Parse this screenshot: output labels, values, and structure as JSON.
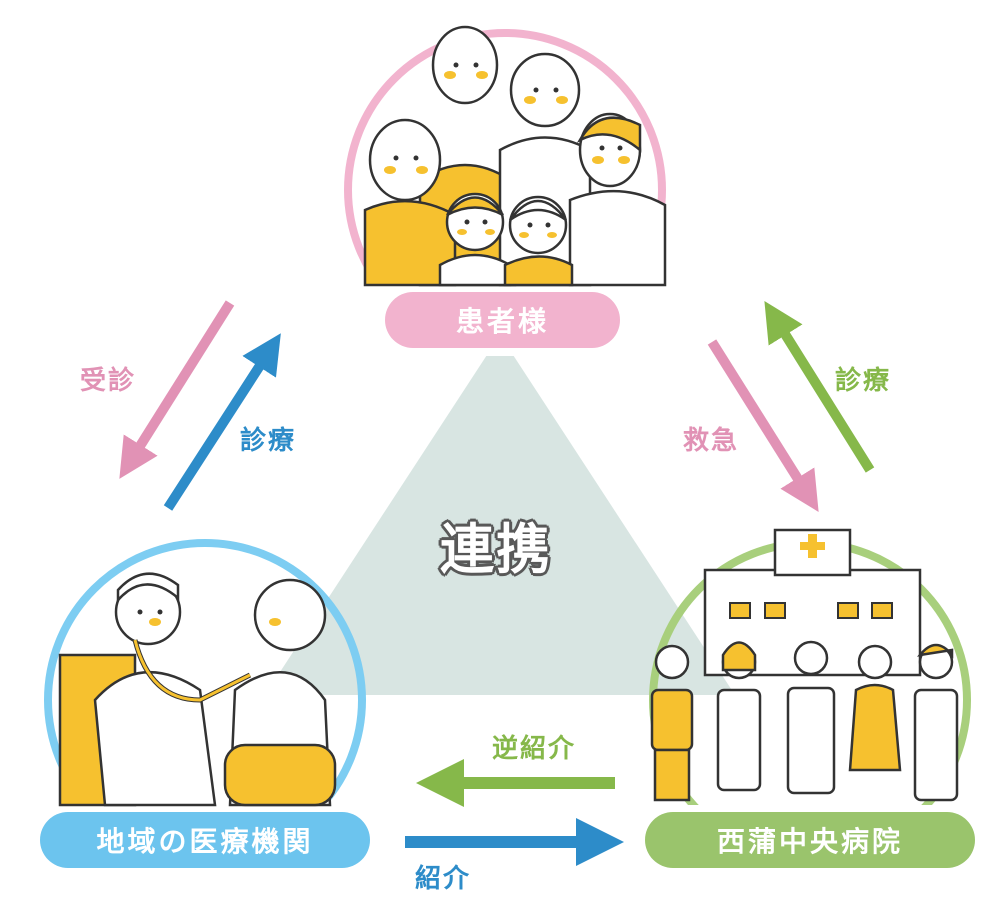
{
  "nodes": {
    "patient": {
      "label": "患者様",
      "color": "#f2b3ce",
      "ring": "#f2b3ce"
    },
    "local": {
      "label": "地域の医療機関",
      "color": "#6cc4ee",
      "ring": "#7dcdf2"
    },
    "hospital": {
      "label": "西蒲中央病院",
      "color": "#9ac46c",
      "ring": "#a8cf7c"
    }
  },
  "center": {
    "label": "連携",
    "color": "#d8e5e2"
  },
  "arrows": {
    "jushin": {
      "label": "受診",
      "color": "#e192b5"
    },
    "shinryo_left": {
      "label": "診療",
      "color": "#2d8cc9"
    },
    "kyukyu": {
      "label": "救急",
      "color": "#e192b5"
    },
    "shinryo_right": {
      "label": "診療",
      "color": "#86b84a"
    },
    "gyaku_shokai": {
      "label": "逆紹介",
      "color": "#86b84a"
    },
    "shokai": {
      "label": "紹介",
      "color": "#2d8cc9"
    }
  },
  "illustration_colors": {
    "accent": "#f6c12f",
    "line": "#333333"
  }
}
